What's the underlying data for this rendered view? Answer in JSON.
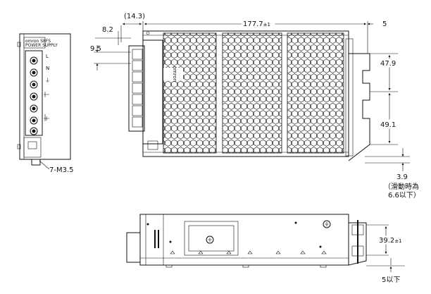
{
  "left_view": {
    "brand_lines": [
      "omron S8FS",
      "POWER SUPPLY"
    ],
    "terminal_symbols": [
      "L",
      "N",
      "⏚"
    ],
    "screw_note": "7-M3.5"
  },
  "top_view": {
    "brand": "omron",
    "dimensions": {
      "terminal_depth": "(14.3)",
      "length": "177.7",
      "length_tol": "±1",
      "pitch_1": "8.2",
      "pitch_2": "9.5",
      "right_gap": "5",
      "upper_height": "47.9",
      "lower_height": "49.1",
      "rail_offset": "3.9",
      "rail_note": "（滑動時為",
      "rail_note_2": "6.6以下）"
    }
  },
  "side_view": {
    "dimensions": {
      "height": "39.2",
      "height_tol": "±1",
      "bottom_note": "5以下"
    }
  }
}
